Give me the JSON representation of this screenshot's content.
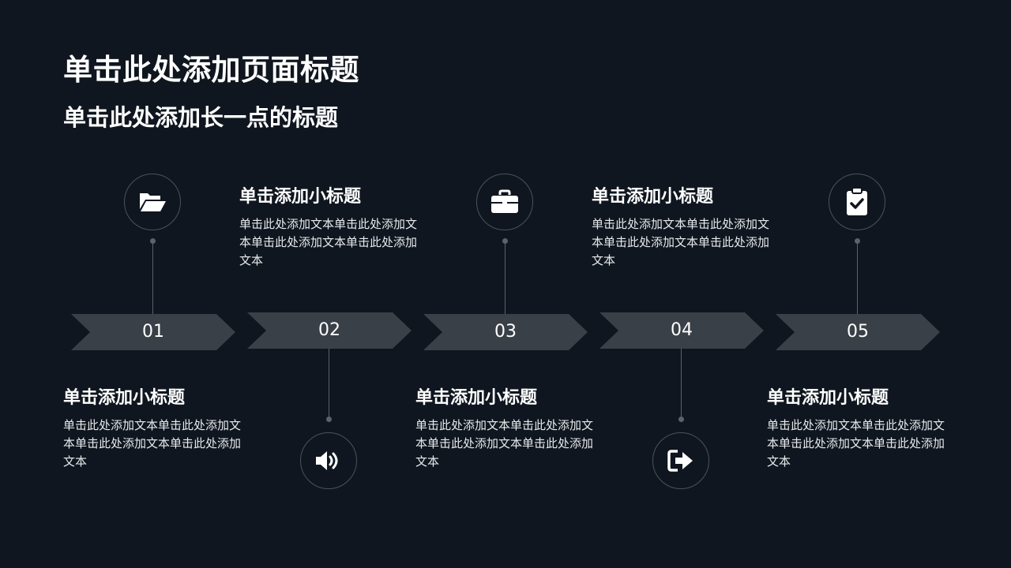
{
  "page": {
    "title": "单击此处添加页面标题",
    "subtitle": "单击此处添加长一点的标题"
  },
  "steps": [
    {
      "number": "01",
      "icon": "folder-open-icon",
      "heading": "单击添加小标题",
      "body": "单击此处添加文本单击此处添加文本单击此处添加文本单击此处添加文本"
    },
    {
      "number": "02",
      "icon": "speaker-icon",
      "heading": "单击添加小标题",
      "body": "单击此处添加文本单击此处添加文本单击此处添加文本单击此处添加文本"
    },
    {
      "number": "03",
      "icon": "briefcase-icon",
      "heading": "单击添加小标题",
      "body": "单击此处添加文本单击此处添加文本单击此处添加文本单击此处添加文本"
    },
    {
      "number": "04",
      "icon": "sign-out-icon",
      "heading": "单击添加小标题",
      "body": "单击此处添加文本单击此处添加文本单击此处添加文本单击此处添加文本"
    },
    {
      "number": "05",
      "icon": "clipboard-check-icon",
      "heading": "单击添加小标题",
      "body": "单击此处添加文本单击此处添加文本单击此处添加文本单击此处添加文本"
    }
  ],
  "colors": {
    "background": "#0f161f",
    "chevron": "#3a4048",
    "text": "#ffffff",
    "connector": "#5a626b"
  }
}
